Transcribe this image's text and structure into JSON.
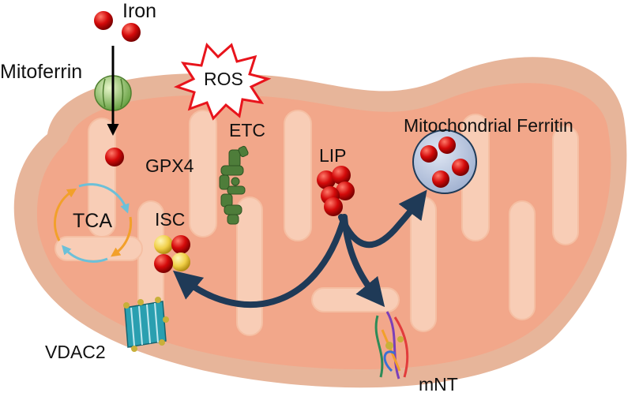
{
  "labels": {
    "iron": "Iron",
    "mitoferrin": "Mitoferrin",
    "ros": "ROS",
    "etc": "ETC",
    "gpx4": "GPX4",
    "lip": "LIP",
    "mitochondrial_ferritin": "Mitochondrial Ferritin",
    "tca": "TCA",
    "isc": "ISC",
    "vdac2": "VDAC2",
    "mnt": "mNT"
  },
  "colors": {
    "outer_membrane": "#e7b59a",
    "matrix": "#f2a78a",
    "cristae": "#f8cdb6",
    "iron_red": "#d40a0a",
    "sulfur_yellow": "#f3d24a",
    "arrow_navy": "#1f3a57",
    "tca_orange": "#f2a02a",
    "tca_blue": "#6cc0d8",
    "ferritin_fill": "#b9c6de",
    "ros_red": "#e8141c",
    "mitoferrin_green": "#8ec86a",
    "etc_green": "#4e7d3a",
    "vdac_teal": "#2a9fb0"
  },
  "icons": {
    "ros": "starburst-icon",
    "mitoferrin": "transporter-icon",
    "etc": "electron-transport-chain-icon",
    "vdac2": "beta-barrel-protein-icon",
    "mnt": "protein-ribbon-icon",
    "tca": "cycle-arrows-icon"
  }
}
